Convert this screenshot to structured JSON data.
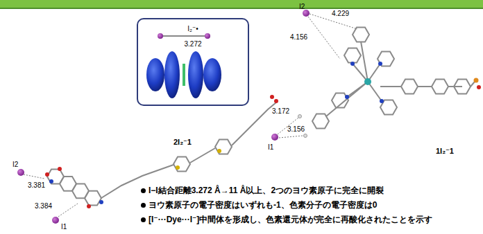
{
  "diagram": {
    "nodes": [
      {
        "text": [
          "I₂⁻•",
          "3.272"
        ]
      }
    ],
    "labels": [
      "I2",
      "4.229",
      "4.156",
      "3.172",
      "I1",
      "3.156",
      "1I₂⁻1",
      "I2",
      "3.381",
      "3.384",
      "I1",
      "2I₂⁻1",
      "I−I結合距離3.272 Å→11 Å以上、2つのヨウ素原子に完全に開裂",
      "ヨウ素原子の電子密度はいずれも-1、色素分子の電子密度は0",
      "[I⁻···Dye···I⁻]中間体を形成し、色素還元体が完全に再酸化されたことを示す"
    ]
  }
}
